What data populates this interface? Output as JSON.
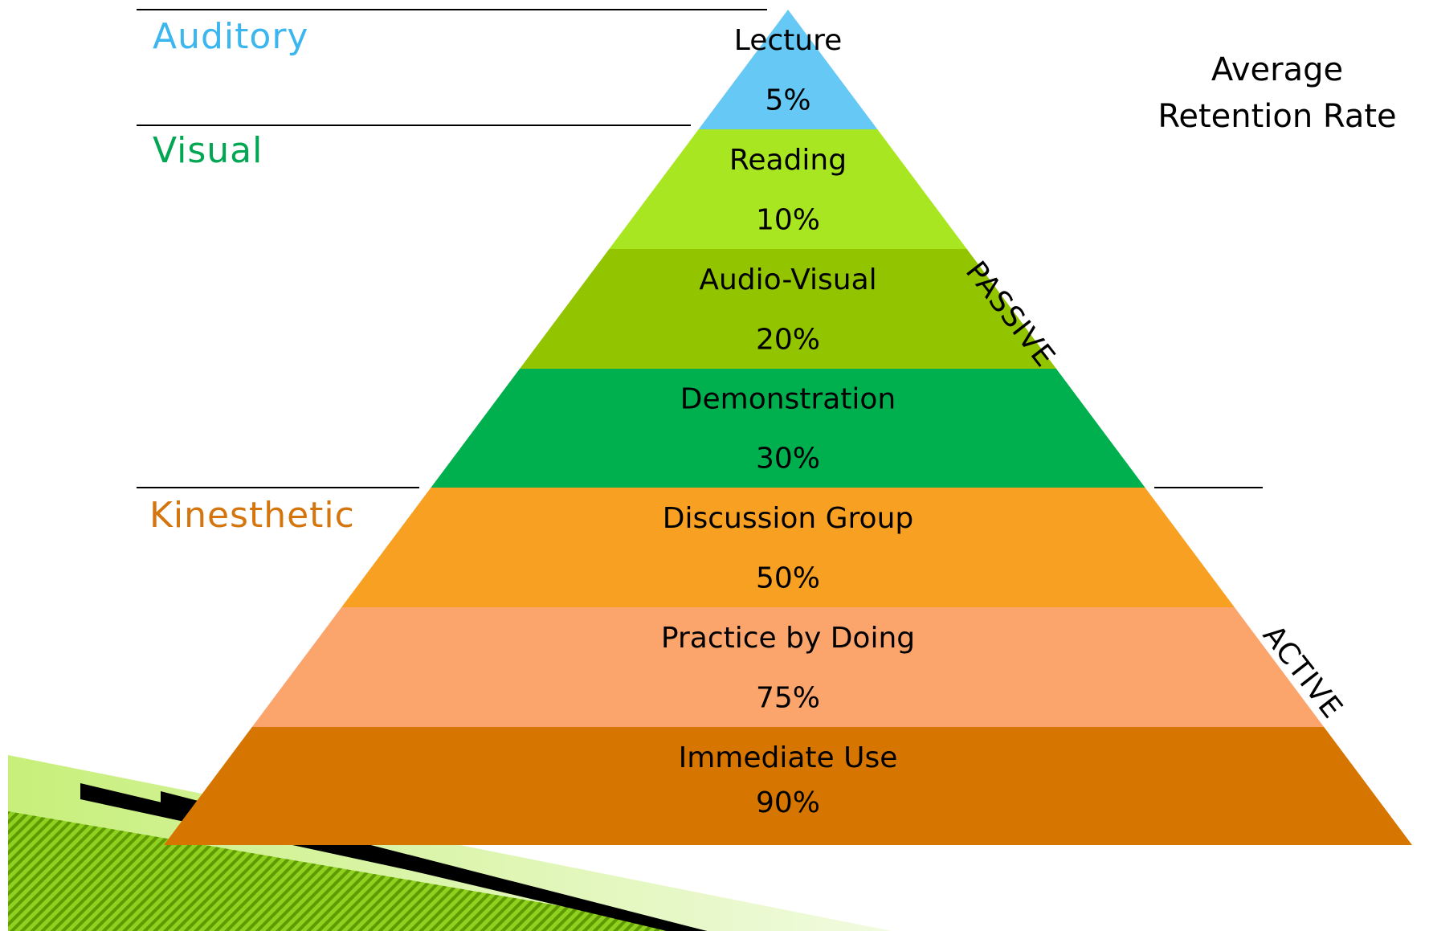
{
  "levels": [
    {
      "activity": "Lecture",
      "rate": "5%",
      "color": "#66c8f5"
    },
    {
      "activity": "Reading",
      "rate": "10%",
      "color": "#a8e621"
    },
    {
      "activity": "Audio-Visual",
      "rate": "20%",
      "color": "#92c500"
    },
    {
      "activity": "Demonstration",
      "rate": "30%",
      "color": "#00b04f"
    },
    {
      "activity": "Discussion Group",
      "rate": "50%",
      "color": "#f8a021"
    },
    {
      "activity": "Practice by Doing",
      "rate": "75%",
      "color": "#fba46c"
    },
    {
      "activity": "Immediate Use",
      "rate": "90%",
      "color": "#d67600"
    }
  ],
  "categories": {
    "auditory": {
      "label": "Auditory",
      "color": "#3bb6ef"
    },
    "visual": {
      "label": "Visual",
      "color": "#00a651"
    },
    "kinesthetic": {
      "label": "Kinesthetic",
      "color": "#d4750e"
    }
  },
  "retention_title": [
    "Average",
    "Retention Rate"
  ],
  "side_labels": {
    "passive": "PASSIVE",
    "active": "ACTIVE"
  }
}
